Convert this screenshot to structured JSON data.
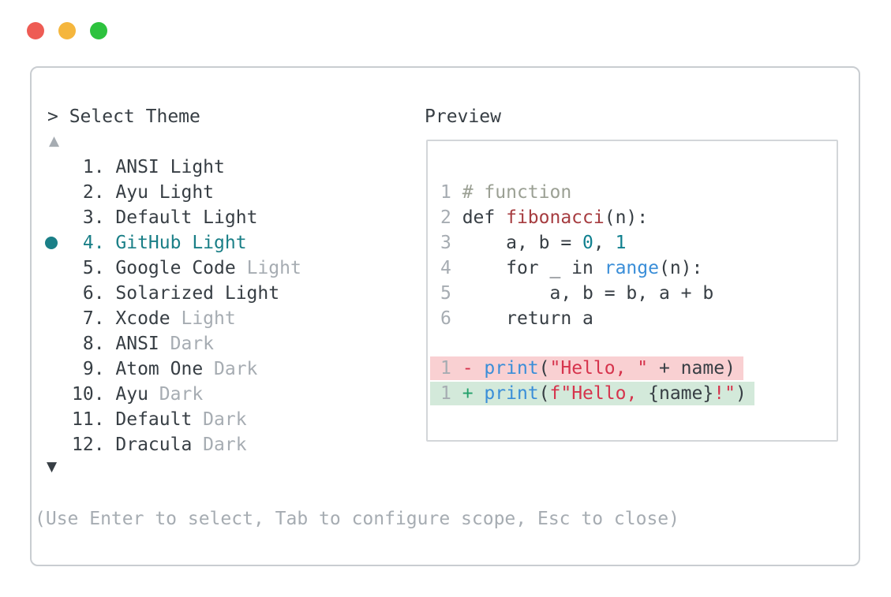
{
  "window": {
    "buttons": [
      "close",
      "minimize",
      "zoom"
    ]
  },
  "theme_picker": {
    "prompt": "> Select Theme",
    "scroll_up_icon": "▲",
    "scroll_down_icon": "▼",
    "items": [
      {
        "num": 1,
        "name": "ANSI",
        "variant": "Light",
        "variant_dim": false,
        "selected": false
      },
      {
        "num": 2,
        "name": "Ayu",
        "variant": "Light",
        "variant_dim": false,
        "selected": false
      },
      {
        "num": 3,
        "name": "Default",
        "variant": "Light",
        "variant_dim": false,
        "selected": false
      },
      {
        "num": 4,
        "name": "GitHub",
        "variant": "Light",
        "variant_dim": false,
        "selected": true
      },
      {
        "num": 5,
        "name": "Google Code",
        "variant": "Light",
        "variant_dim": true,
        "selected": false
      },
      {
        "num": 6,
        "name": "Solarized",
        "variant": "Light",
        "variant_dim": false,
        "selected": false
      },
      {
        "num": 7,
        "name": "Xcode",
        "variant": "Light",
        "variant_dim": true,
        "selected": false
      },
      {
        "num": 8,
        "name": "ANSI",
        "variant": "Dark",
        "variant_dim": true,
        "selected": false
      },
      {
        "num": 9,
        "name": "Atom One",
        "variant": "Dark",
        "variant_dim": true,
        "selected": false
      },
      {
        "num": 10,
        "name": "Ayu",
        "variant": "Dark",
        "variant_dim": true,
        "selected": false
      },
      {
        "num": 11,
        "name": "Default",
        "variant": "Dark",
        "variant_dim": true,
        "selected": false
      },
      {
        "num": 12,
        "name": "Dracula",
        "variant": "Dark",
        "variant_dim": true,
        "selected": false
      }
    ],
    "footer_hint": "(Use Enter to select, Tab to configure scope, Esc to close)"
  },
  "preview": {
    "label": "Preview",
    "code_lines": [
      {
        "ln": "1",
        "tokens": [
          [
            "comment",
            "# function"
          ]
        ]
      },
      {
        "ln": "2",
        "tokens": [
          [
            "fg",
            "def "
          ],
          [
            "func",
            "fibonacci"
          ],
          [
            "fg",
            "(n):"
          ]
        ]
      },
      {
        "ln": "3",
        "tokens": [
          [
            "fg",
            "    a, b = "
          ],
          [
            "num",
            "0"
          ],
          [
            "fg",
            ", "
          ],
          [
            "num",
            "1"
          ]
        ]
      },
      {
        "ln": "4",
        "tokens": [
          [
            "fg",
            "    for _ in "
          ],
          [
            "blue",
            "range"
          ],
          [
            "fg",
            "(n):"
          ]
        ]
      },
      {
        "ln": "5",
        "tokens": [
          [
            "fg",
            "        a, b = b, a + b"
          ]
        ]
      },
      {
        "ln": "6",
        "tokens": [
          [
            "fg",
            "    return a"
          ]
        ]
      },
      {
        "blank": true
      },
      {
        "ln": "1",
        "diff": "removed",
        "tokens": [
          [
            "minus",
            "- "
          ],
          [
            "blue",
            "print"
          ],
          [
            "fg",
            "("
          ],
          [
            "str",
            "\"Hello, \""
          ],
          [
            "fg",
            " + name)"
          ]
        ]
      },
      {
        "ln": "1",
        "diff": "added",
        "tokens": [
          [
            "plus",
            "+ "
          ],
          [
            "blue",
            "print"
          ],
          [
            "fg",
            "("
          ],
          [
            "str",
            "f\"Hello, "
          ],
          [
            "fg",
            "{name}"
          ],
          [
            "str",
            "!\""
          ],
          [
            "fg",
            ")"
          ]
        ]
      }
    ]
  },
  "colors": {
    "foreground": "#373e44",
    "dim_gray": "#a6acb2",
    "accent_teal": "#1a7f87",
    "comment": "#9ba094",
    "function_red": "#a63c40",
    "number_teal": "#10808f",
    "call_blue": "#3a8ed8",
    "string_crimson": "#d6334c",
    "diff_plus_green": "#22a06a",
    "diff_removed_bg": "#f9d0d2",
    "diff_added_bg": "#d3e9da",
    "panel_border": "#c9cdd1",
    "preview_border": "#d3d6d9",
    "traffic_red": "#ee5c54",
    "traffic_yellow": "#f5b63d",
    "traffic_green": "#2dc23e"
  }
}
